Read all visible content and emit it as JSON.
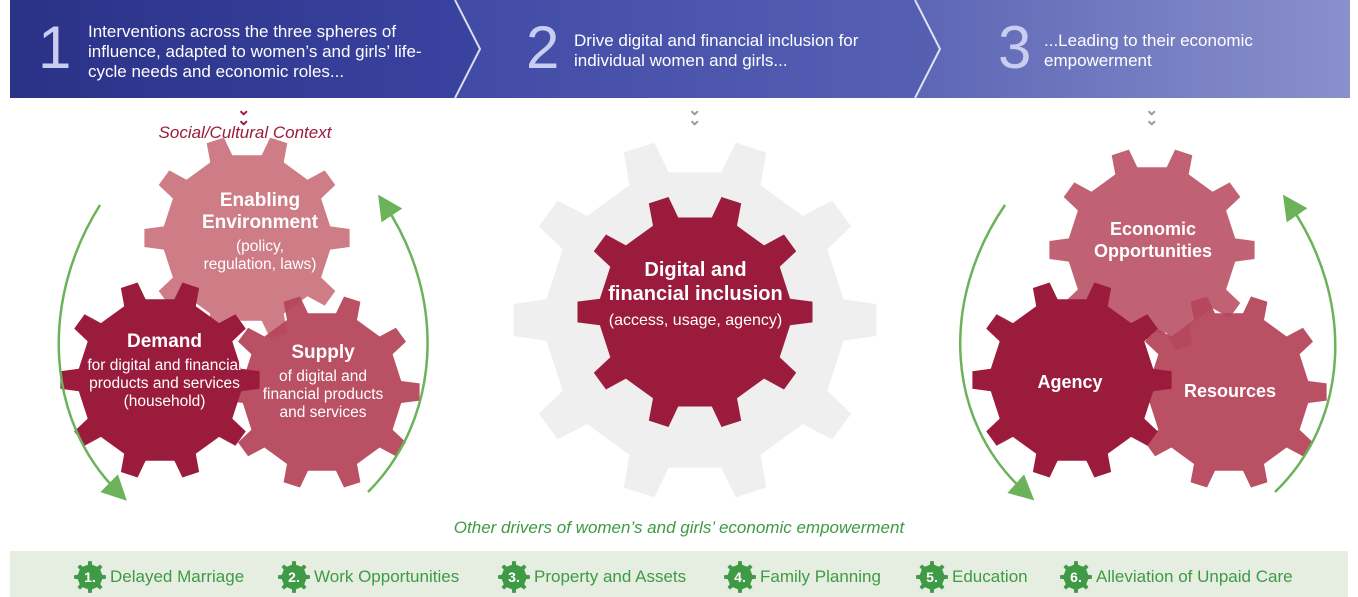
{
  "steps": [
    {
      "num": "1",
      "text": "Interventions across the three spheres of influence, adapted to women’s and girls’ life-cycle needs and economic roles..."
    },
    {
      "num": "2",
      "text": "Drive digital and financial inclusion for individual women and girls..."
    },
    {
      "num": "3",
      "text": "...Leading to their economic empowerment"
    }
  ],
  "context_label": "Social/Cultural Context",
  "column1": {
    "enabling": {
      "title": "Enabling Environment",
      "sub": "(policy, regulation, laws)"
    },
    "demand": {
      "title": "Demand",
      "sub": "for digital and financial products and services (household)"
    },
    "supply": {
      "title": "Supply",
      "sub": "of digital and financial products and services"
    }
  },
  "column2": {
    "center": {
      "title": "Digital and financial inclusion",
      "sub": "(access, usage, agency)"
    }
  },
  "column3": {
    "economic": {
      "title": "Economic Opportunities"
    },
    "agency": {
      "title": "Agency"
    },
    "resources": {
      "title": "Resources"
    }
  },
  "other_drivers_label": "Other drivers of women’s and girls’ economic empowerment",
  "drivers": [
    {
      "num": "1.",
      "label": "Delayed Marriage"
    },
    {
      "num": "2.",
      "label": "Work Opportunities"
    },
    {
      "num": "3.",
      "label": "Property and Assets"
    },
    {
      "num": "4.",
      "label": "Family Planning"
    },
    {
      "num": "5.",
      "label": "Education"
    },
    {
      "num": "6.",
      "label": "Alleviation of Unpaid Care"
    }
  ],
  "colors": {
    "banner_dark": "#2c3589",
    "banner_mid": "#4c56aa",
    "banner_light": "#7077bf",
    "crimson": "#9b1b3d",
    "crimson_mid": "#b5475c",
    "rose": "#c96e78",
    "green": "#3e9a44",
    "strip": "#e6eee2",
    "ghost_gear": "#efefef"
  }
}
